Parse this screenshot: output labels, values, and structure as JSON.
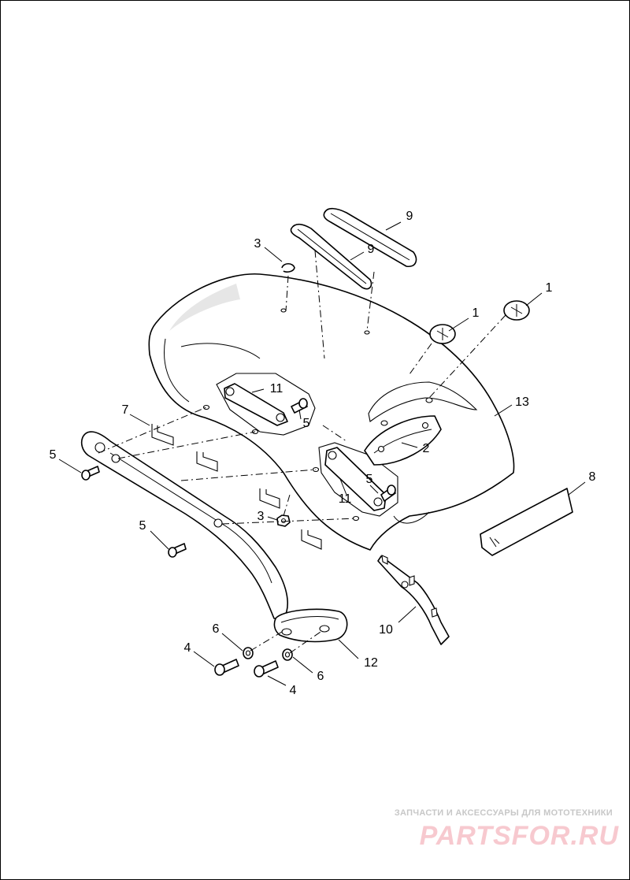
{
  "diagram": {
    "callouts": [
      "1",
      "1",
      "2",
      "3",
      "3",
      "4",
      "4",
      "5",
      "5",
      "5",
      "5",
      "6",
      "6",
      "7",
      "8",
      "9",
      "9",
      "10",
      "11",
      "11",
      "12",
      "13"
    ]
  },
  "watermark": {
    "caption": "ЗАПЧАСТИ И АКСЕССУАРЫ ДЛЯ МОТОТЕХНИКИ",
    "logo": "PARTSFOR.RU"
  }
}
